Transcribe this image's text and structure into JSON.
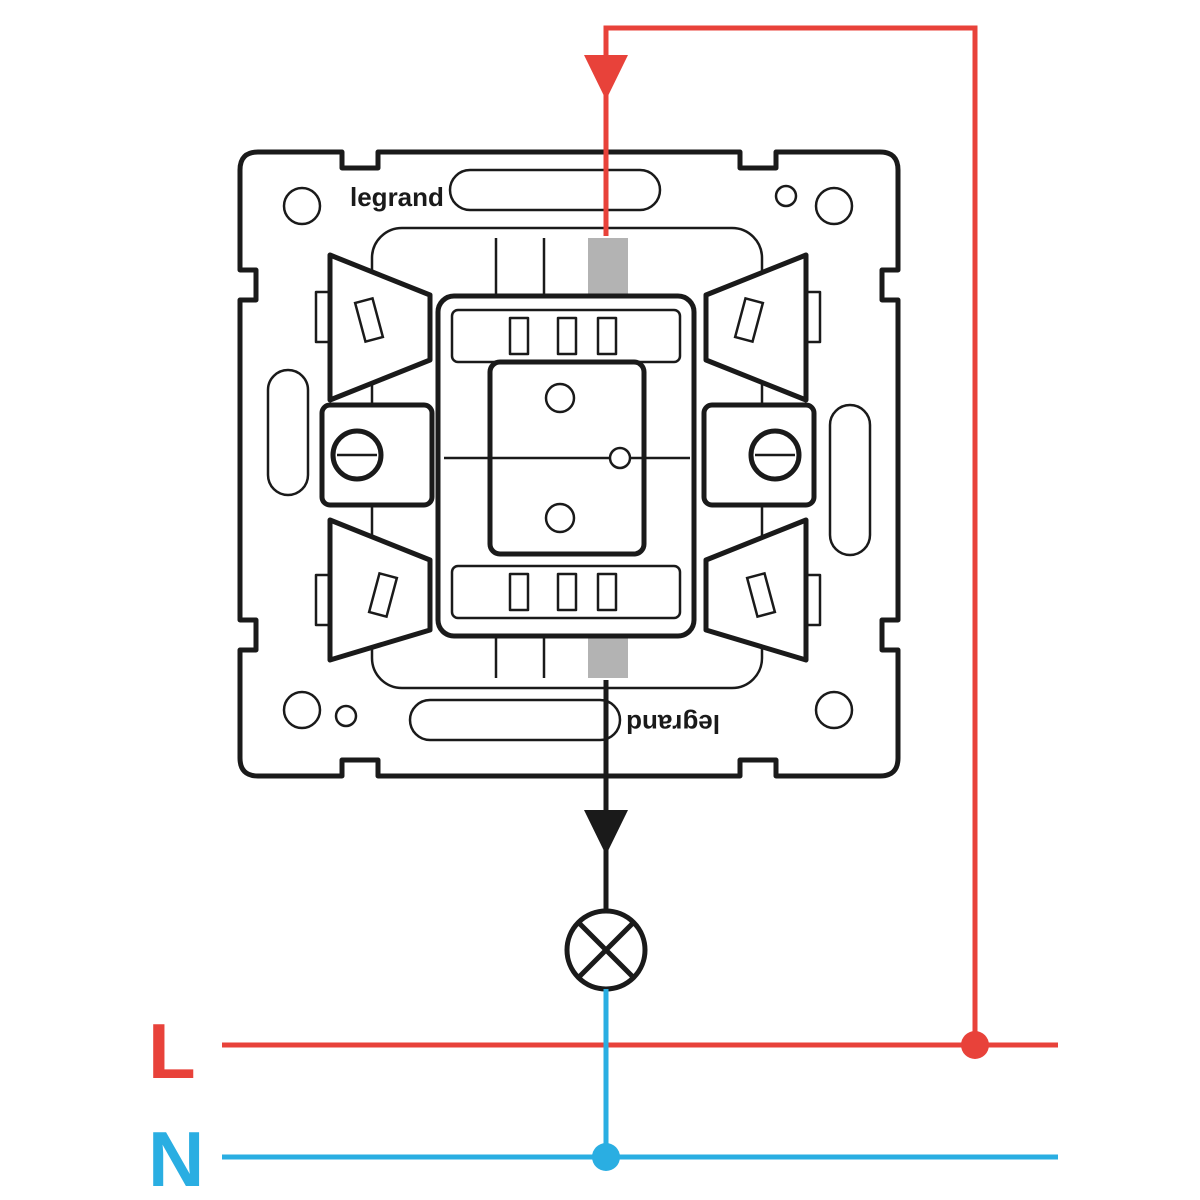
{
  "diagram": {
    "title": "Legrand single switch wiring",
    "brand_top": "legrand",
    "brand_bottom": "legrand",
    "line_label": "L",
    "neutral_label": "N",
    "colors": {
      "line": "#e8423a",
      "neutral": "#2aaee2",
      "load": "#1a1a1a",
      "terminal_strip": "#b3b3b3"
    },
    "icons": [
      "lamp-icon",
      "junction-dot",
      "flow-arrow"
    ]
  }
}
